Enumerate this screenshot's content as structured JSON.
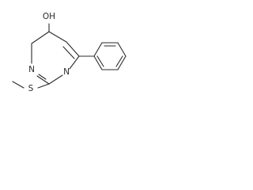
{
  "molecule": {
    "atom_labels": {
      "hydroxyl": "OH",
      "nitrogen_top": "N",
      "nitrogen_bottom": "N",
      "sulfur": "S"
    }
  }
}
